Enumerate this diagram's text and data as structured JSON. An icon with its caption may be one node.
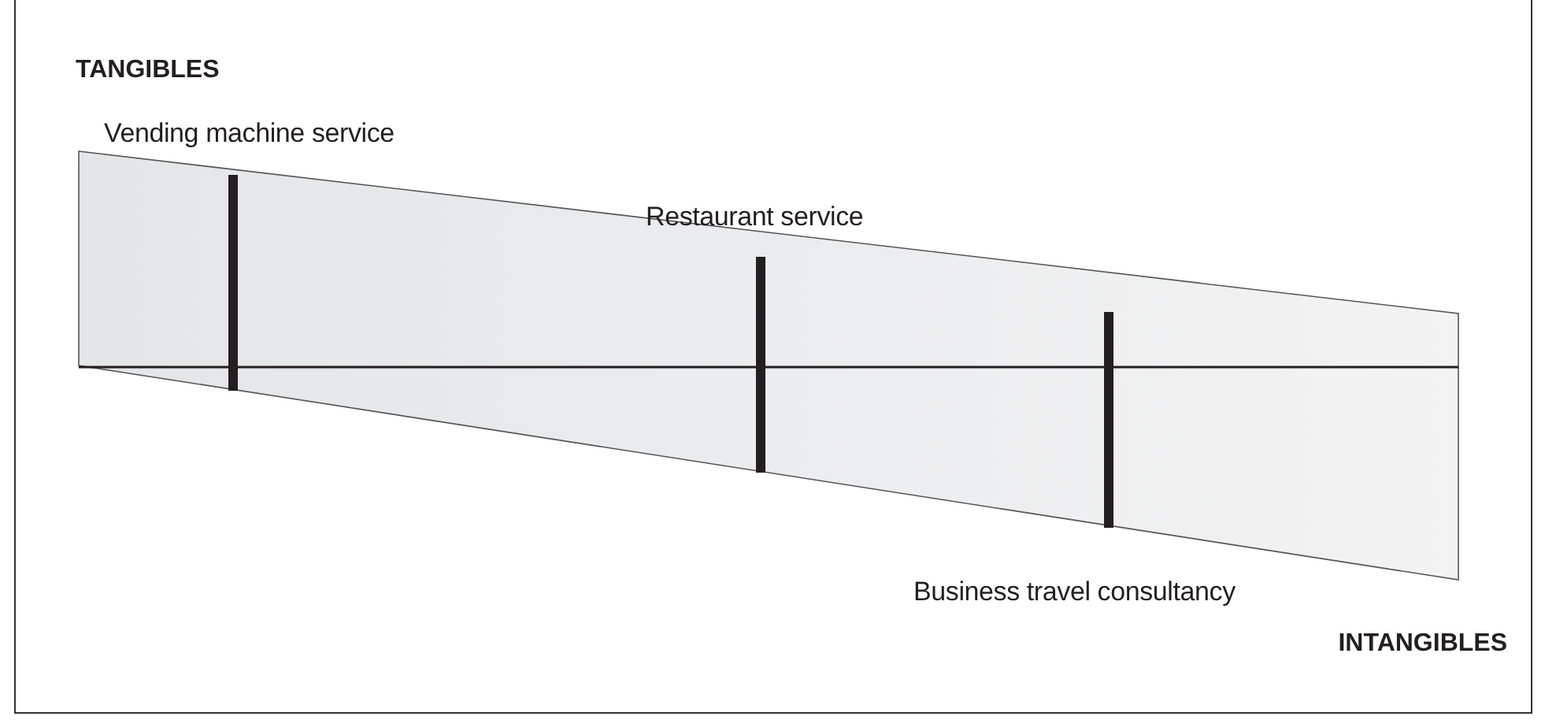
{
  "diagram": {
    "labels": [
      "TANGIBLES",
      "Vending machine service",
      "Restaurant service",
      "Business travel consultancy",
      "INTANGIBLES"
    ]
  }
}
